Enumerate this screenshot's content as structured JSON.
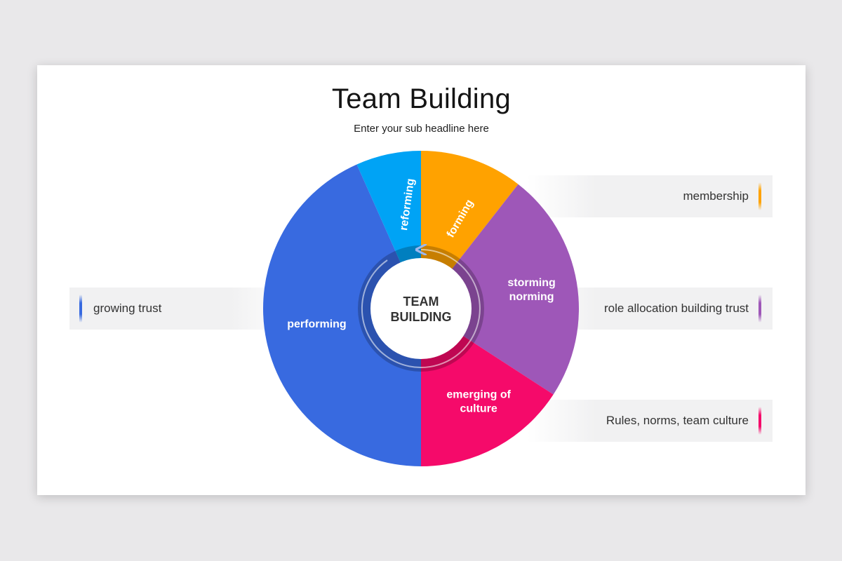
{
  "slide": {
    "title": "Team Building",
    "subtitle": "Enter your sub headline here"
  },
  "wheel": {
    "center_label_line1": "TEAM",
    "center_label_line2": "BUILDING",
    "segments": [
      {
        "id": "forming",
        "label_lines": [
          "forming"
        ],
        "color": "#ffa200"
      },
      {
        "id": "storming",
        "label_lines": [
          "storming",
          "norming"
        ],
        "color": "#9e57b8"
      },
      {
        "id": "emerging",
        "label_lines": [
          "emerging of",
          "culture"
        ],
        "color": "#f50a6a"
      },
      {
        "id": "performing",
        "label_lines": [
          "performing"
        ],
        "color": "#386ae0"
      },
      {
        "id": "reforming",
        "label_lines": [
          "reforming"
        ],
        "color": "#00a3f5"
      }
    ]
  },
  "callouts": {
    "membership": {
      "text": "membership",
      "color": "#ffa200"
    },
    "role": {
      "text": "role allocation building trust",
      "color": "#9e57b8"
    },
    "rules": {
      "text": "Rules, norms, team culture",
      "color": "#f50a6a"
    },
    "trust": {
      "text": "growing trust",
      "color": "#386ae0"
    }
  }
}
